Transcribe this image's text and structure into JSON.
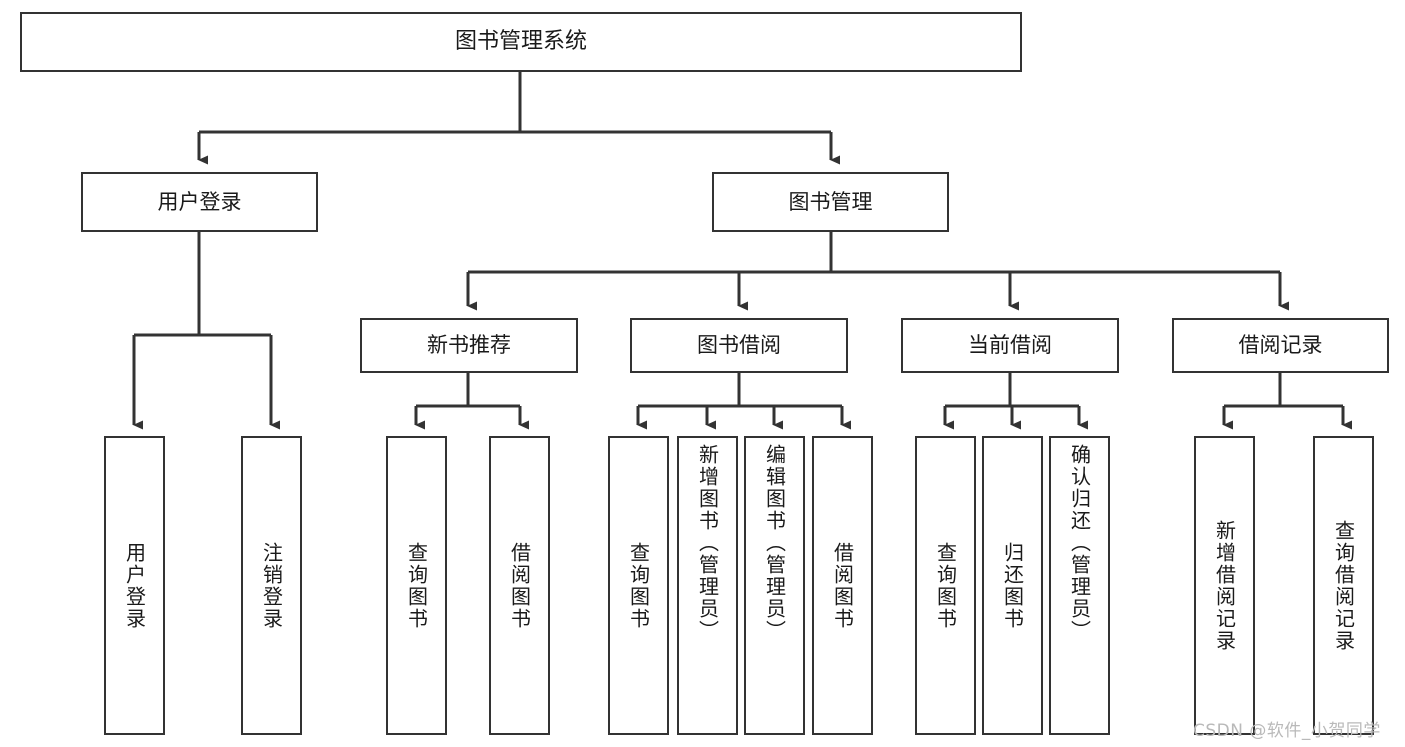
{
  "diagram": {
    "title_node": {
      "label": "图书管理系统"
    },
    "level2": [
      {
        "label": "用户登录"
      },
      {
        "label": "图书管理"
      }
    ],
    "level3": [
      {
        "label": "新书推荐"
      },
      {
        "label": "图书借阅"
      },
      {
        "label": "当前借阅"
      },
      {
        "label": "借阅记录"
      }
    ],
    "leaves": {
      "user_login": [
        {
          "label": "用户登录"
        },
        {
          "label": "注销登录"
        }
      ],
      "new_book_recommend": [
        {
          "label": "查询图书"
        },
        {
          "label": "借阅图书"
        }
      ],
      "book_borrow": [
        {
          "label": "查询图书"
        },
        {
          "label": "新增图书（管理员）"
        },
        {
          "label": "编辑图书（管理员）"
        },
        {
          "label": "借阅图书"
        }
      ],
      "current_borrow": [
        {
          "label": "查询图书"
        },
        {
          "label": "归还图书"
        },
        {
          "label": "确认归还（管理员）"
        }
      ],
      "borrow_record": [
        {
          "label": "新增借阅记录"
        },
        {
          "label": "查询借阅记录"
        }
      ]
    },
    "watermark": {
      "text": "CSDN @软件_小贺同学"
    },
    "colors": {
      "stroke": "#333333",
      "fill": "#ffffff",
      "text": "#1a1a1a",
      "watermark": "#b9b9b9"
    }
  }
}
